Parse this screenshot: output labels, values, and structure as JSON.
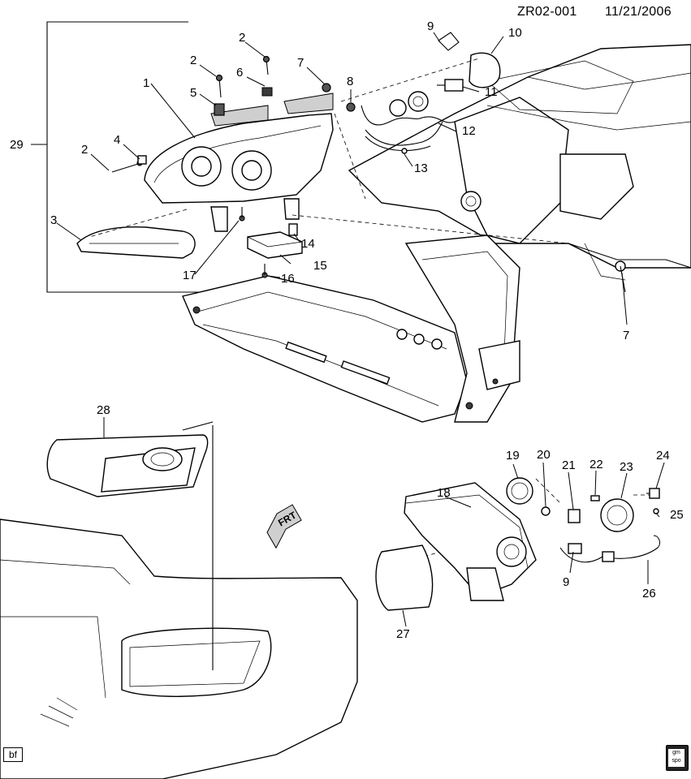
{
  "header": {
    "doc_id": "ZR02-001",
    "date": "11/21/2006"
  },
  "badges": {
    "bf": "bf",
    "gm": "gm spo"
  },
  "arrow": {
    "label": "FRT"
  },
  "callouts": [
    {
      "n": "1"
    },
    {
      "n": "2"
    },
    {
      "n": "2"
    },
    {
      "n": "2"
    },
    {
      "n": "3"
    },
    {
      "n": "4"
    },
    {
      "n": "5"
    },
    {
      "n": "6"
    },
    {
      "n": "7"
    },
    {
      "n": "7"
    },
    {
      "n": "8"
    },
    {
      "n": "9"
    },
    {
      "n": "9"
    },
    {
      "n": "10"
    },
    {
      "n": "11"
    },
    {
      "n": "12"
    },
    {
      "n": "13"
    },
    {
      "n": "14"
    },
    {
      "n": "15"
    },
    {
      "n": "16"
    },
    {
      "n": "17"
    },
    {
      "n": "18"
    },
    {
      "n": "19"
    },
    {
      "n": "20"
    },
    {
      "n": "21"
    },
    {
      "n": "22"
    },
    {
      "n": "23"
    },
    {
      "n": "24"
    },
    {
      "n": "25"
    },
    {
      "n": "26"
    },
    {
      "n": "27"
    },
    {
      "n": "28"
    },
    {
      "n": "29"
    }
  ]
}
